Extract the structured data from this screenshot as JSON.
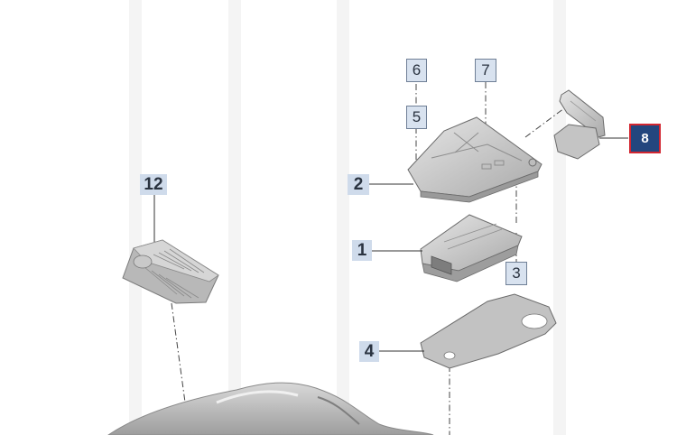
{
  "diagram": {
    "callouts": {
      "c1": "1",
      "c2": "2",
      "c3": "3",
      "c4": "4",
      "c5": "5",
      "c6": "6",
      "c7": "7",
      "c8": "8",
      "c12": "12"
    },
    "colors": {
      "callout_bg": "#d8e2ef",
      "callout_selected_bg": "#23467e",
      "callout_selected_border": "#d22630",
      "part_fill": "#c8c8c8",
      "leader_line": "#333333"
    }
  }
}
